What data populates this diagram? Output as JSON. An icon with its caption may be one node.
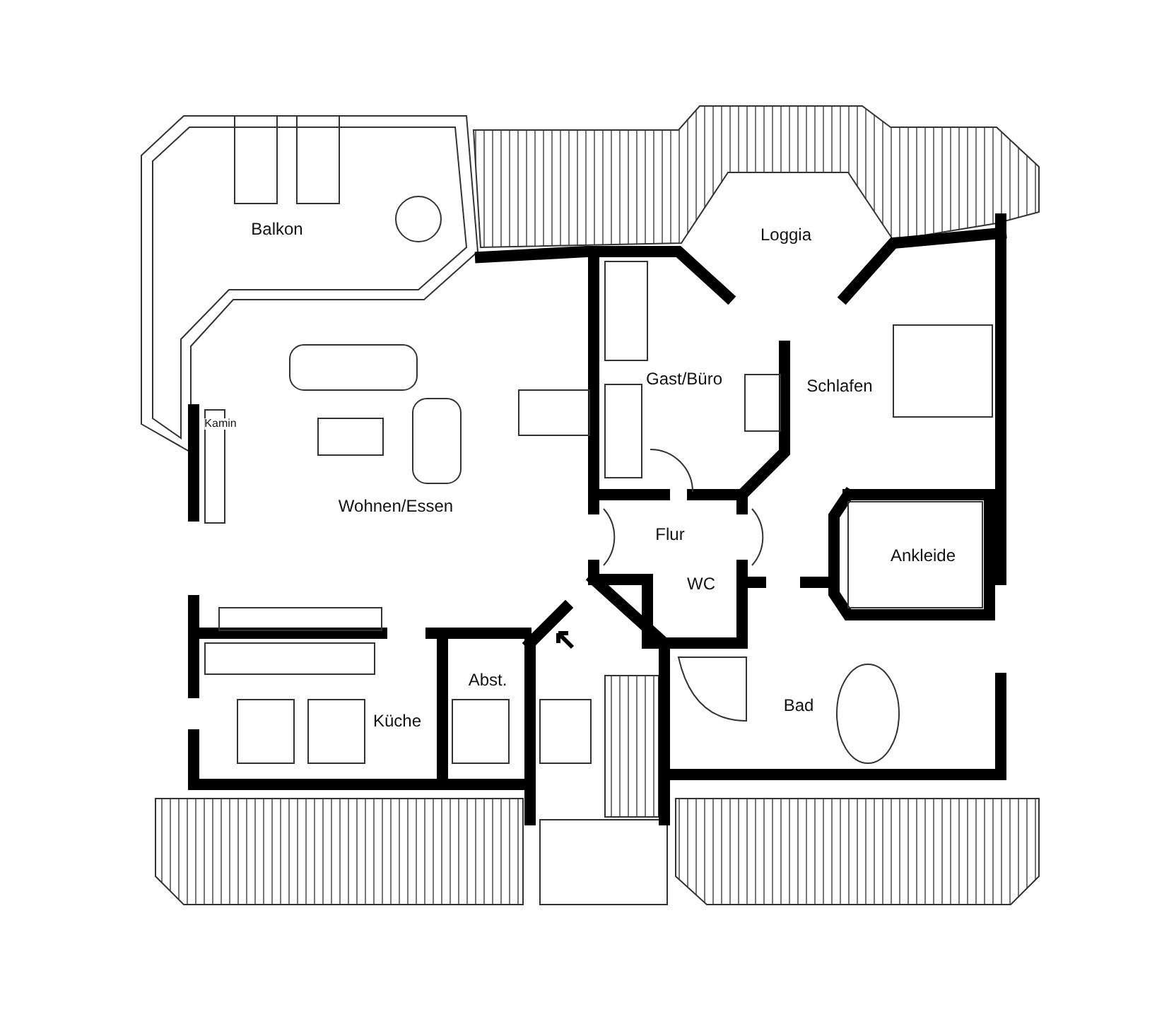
{
  "diagram": {
    "labels": [
      "Balkon",
      "Loggia",
      "Gast/Büro",
      "Schlafen",
      "Kamin",
      "Wohnen/Essen",
      "Flur",
      "WC",
      "Ankleide",
      "Küche",
      "Abst.",
      "Bad"
    ]
  }
}
